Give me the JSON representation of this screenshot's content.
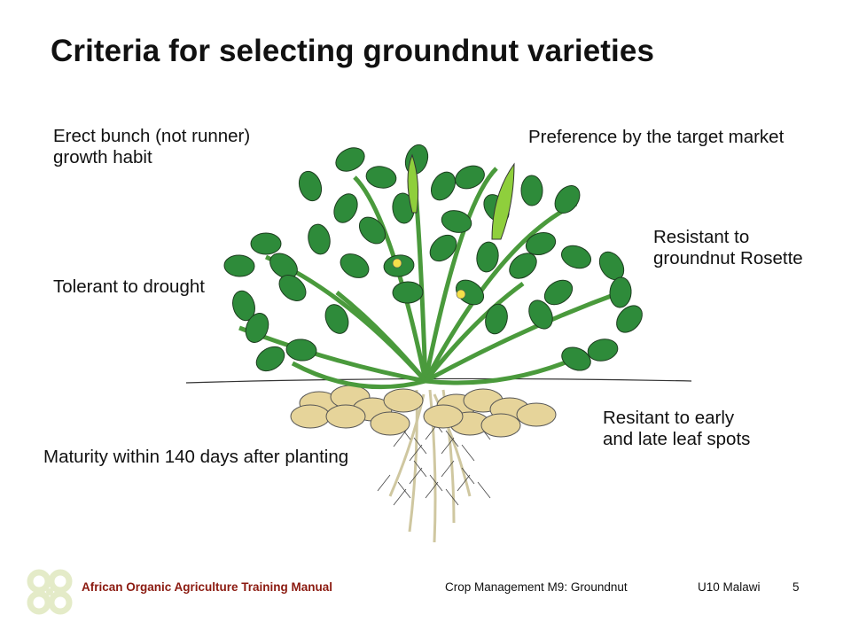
{
  "slide": {
    "title": "Criteria for selecting groundnut varieties",
    "criteria": [
      {
        "line1": "Erect bunch (not runner)",
        "line2": "growth habit"
      },
      {
        "line1": "Preference by the target market"
      },
      {
        "line1": "Resistant to",
        "line2": "groundnut Rosette"
      },
      {
        "line1": "Tolerant to drought"
      },
      {
        "line1": "Resitant to early",
        "line2": "and late leaf spots"
      },
      {
        "line1": "Maturity within 140 days after planting"
      }
    ]
  },
  "footer": {
    "manual": "African Organic Agriculture Training Manual",
    "module": "Crop Management M9: Groundnut",
    "unit": "U10 Malawi",
    "page": "5"
  },
  "colors": {
    "leaf": "#2e8b3a",
    "title_footer": "#8b1a10",
    "pod": "#e6d49a",
    "logo": "#e4ebc8"
  }
}
